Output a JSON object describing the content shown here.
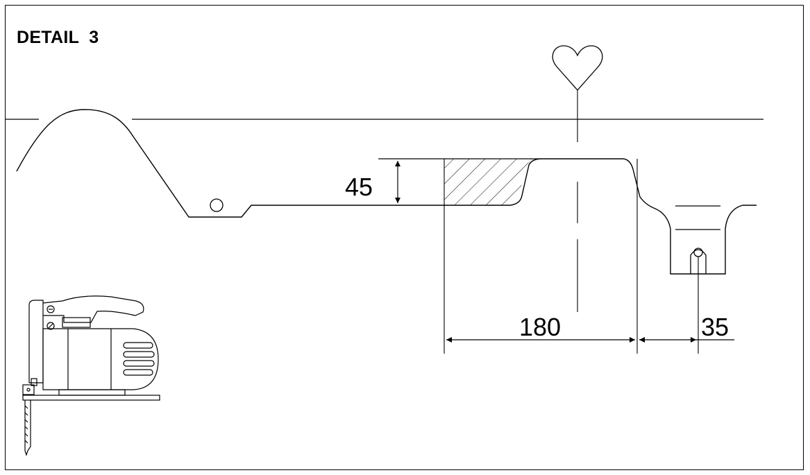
{
  "title": "DETAIL  3",
  "dimensions": {
    "height": "45",
    "width_main": "180",
    "width_offset": "35"
  },
  "icons": {
    "heart": "heart-icon",
    "jigsaw": "jigsaw-icon"
  },
  "colors": {
    "line": "#000000",
    "background": "#ffffff"
  }
}
